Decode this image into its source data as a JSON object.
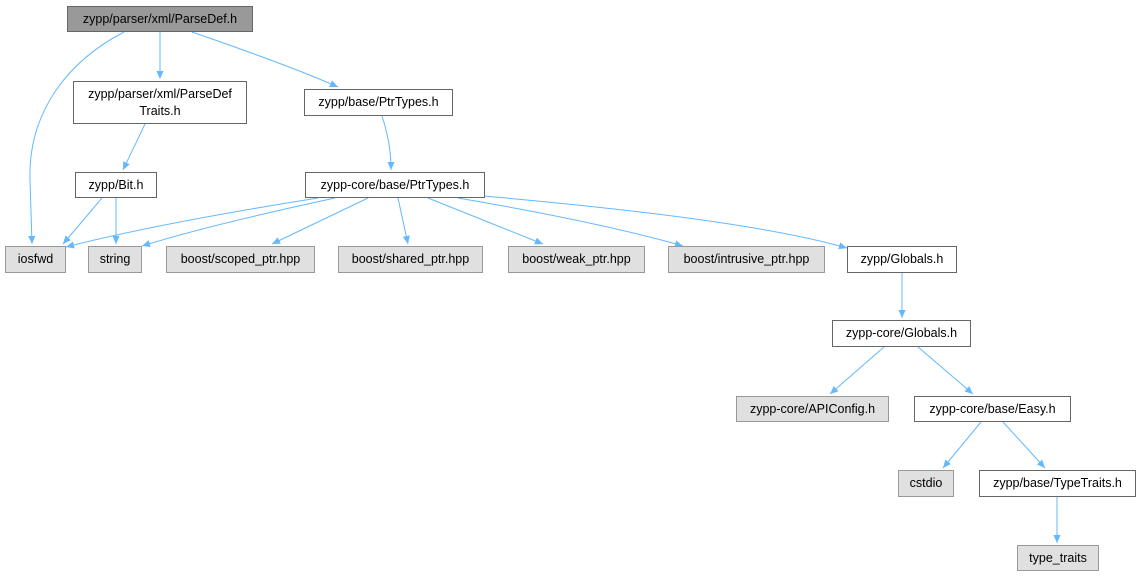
{
  "colors": {
    "edge": "#63b8ff",
    "root_fill": "#999999",
    "system_fill": "#e0e0e0",
    "doc_fill": "#ffffff",
    "border": "#666666"
  },
  "nodes": {
    "parsedef": {
      "label": "zypp/parser/xml/ParseDef.h"
    },
    "parsedeftraits": {
      "label_line1": "zypp/parser/xml/ParseDef",
      "label_line2": "Traits.h"
    },
    "baseptrtypes": {
      "label": "zypp/base/PtrTypes.h"
    },
    "bit": {
      "label": "zypp/Bit.h"
    },
    "coreptrtypes": {
      "label": "zypp-core/base/PtrTypes.h"
    },
    "iosfwd": {
      "label": "iosfwd"
    },
    "string": {
      "label": "string"
    },
    "scopedptr": {
      "label": "boost/scoped_ptr.hpp"
    },
    "sharedptr": {
      "label": "boost/shared_ptr.hpp"
    },
    "weakptr": {
      "label": "boost/weak_ptr.hpp"
    },
    "intrusiveptr": {
      "label": "boost/intrusive_ptr.hpp"
    },
    "globals": {
      "label": "zypp/Globals.h"
    },
    "coreglobals": {
      "label": "zypp-core/Globals.h"
    },
    "apiconfig": {
      "label": "zypp-core/APIConfig.h"
    },
    "easy": {
      "label": "zypp-core/base/Easy.h"
    },
    "cstdio": {
      "label": "cstdio"
    },
    "typetraitsh": {
      "label": "zypp/base/TypeTraits.h"
    },
    "typetraits": {
      "label": "type_traits"
    }
  },
  "edges": [
    [
      "parsedef",
      "iosfwd"
    ],
    [
      "parsedef",
      "parsedeftraits"
    ],
    [
      "parsedef",
      "baseptrtypes"
    ],
    [
      "parsedeftraits",
      "bit"
    ],
    [
      "bit",
      "iosfwd"
    ],
    [
      "bit",
      "string"
    ],
    [
      "baseptrtypes",
      "coreptrtypes"
    ],
    [
      "coreptrtypes",
      "iosfwd"
    ],
    [
      "coreptrtypes",
      "string"
    ],
    [
      "coreptrtypes",
      "scopedptr"
    ],
    [
      "coreptrtypes",
      "sharedptr"
    ],
    [
      "coreptrtypes",
      "weakptr"
    ],
    [
      "coreptrtypes",
      "intrusiveptr"
    ],
    [
      "coreptrtypes",
      "globals"
    ],
    [
      "globals",
      "coreglobals"
    ],
    [
      "coreglobals",
      "apiconfig"
    ],
    [
      "coreglobals",
      "easy"
    ],
    [
      "easy",
      "cstdio"
    ],
    [
      "easy",
      "typetraitsh"
    ],
    [
      "typetraitsh",
      "typetraits"
    ]
  ]
}
